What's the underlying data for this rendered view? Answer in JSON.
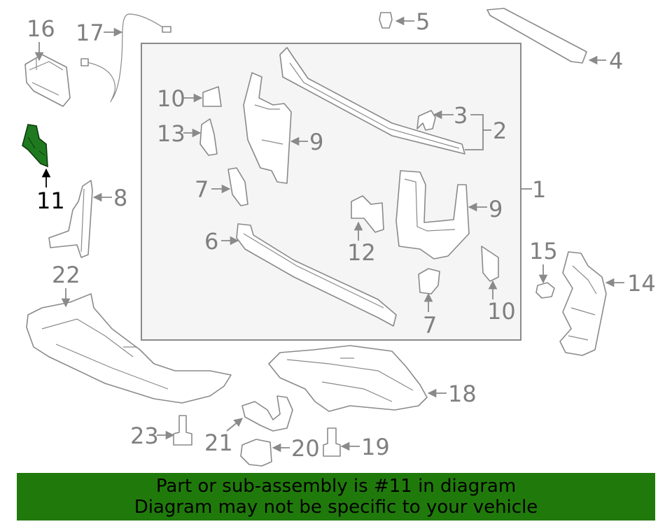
{
  "banner": {
    "line1": "Part or sub-assembly is #11 in diagram",
    "line2": "Diagram may not be specific to your vehicle",
    "background_color": "#207a0b"
  },
  "highlight": {
    "part_number": "11",
    "fill_color": "#1f7a1f",
    "label_color": "#000000"
  },
  "callouts": {
    "c1": "1",
    "c2": "2",
    "c3": "3",
    "c4": "4",
    "c5": "5",
    "c6": "6",
    "c7a": "7",
    "c7b": "7",
    "c8": "8",
    "c9a": "9",
    "c9b": "9",
    "c10a": "10",
    "c10b": "10",
    "c11": "11",
    "c12": "12",
    "c13": "13",
    "c14": "14",
    "c15": "15",
    "c16": "16",
    "c17": "17",
    "c18": "18",
    "c19": "19",
    "c20": "20",
    "c21": "21",
    "c22": "22",
    "c23": "23"
  },
  "colors": {
    "line_art": "#8a8a8a",
    "label_text": "#7f7f7f",
    "inset_background": "#f5f5f5"
  }
}
